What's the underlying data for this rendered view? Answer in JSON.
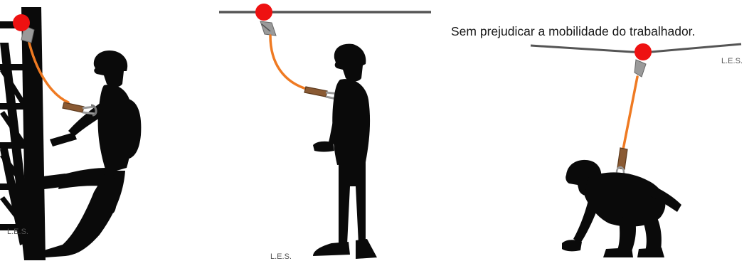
{
  "caption": "Sem prejudicar a mobilidade do trabalhador.",
  "signatures": [
    "L.E.S.",
    "L.E.S.",
    "L.E.S."
  ],
  "colors": {
    "silhouette": "#0a0a0a",
    "lanyard": "#ef7a22",
    "anchor": "#ee1111",
    "absorber": "#8a5a33",
    "hook": "#9a9a9a",
    "lifeline": "#555555"
  },
  "figures": [
    "worker-climbing-ladder",
    "worker-standing",
    "worker-crouching"
  ]
}
